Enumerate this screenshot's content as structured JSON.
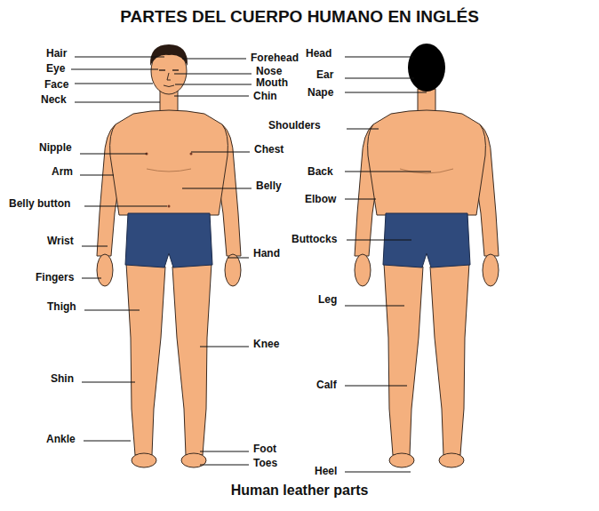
{
  "diagram": {
    "title": "PARTES DEL CUERPO HUMANO EN INGLÉS",
    "caption": "Human leather parts",
    "labels": [
      "Hair",
      "Eye",
      "Face",
      "Neck",
      "Forehead",
      "Nose",
      "Mouth",
      "Chin",
      "Head",
      "Ear",
      "Nape",
      "Shoulders",
      "Nipple",
      "Chest",
      "Arm",
      "Belly",
      "Belly button",
      "Back",
      "Elbow",
      "Wrist",
      "Hand",
      "Buttocks",
      "Fingers",
      "Thigh",
      "Leg",
      "Knee",
      "Shin",
      "Calf",
      "Ankle",
      "Foot",
      "Toes",
      "Heel"
    ]
  }
}
